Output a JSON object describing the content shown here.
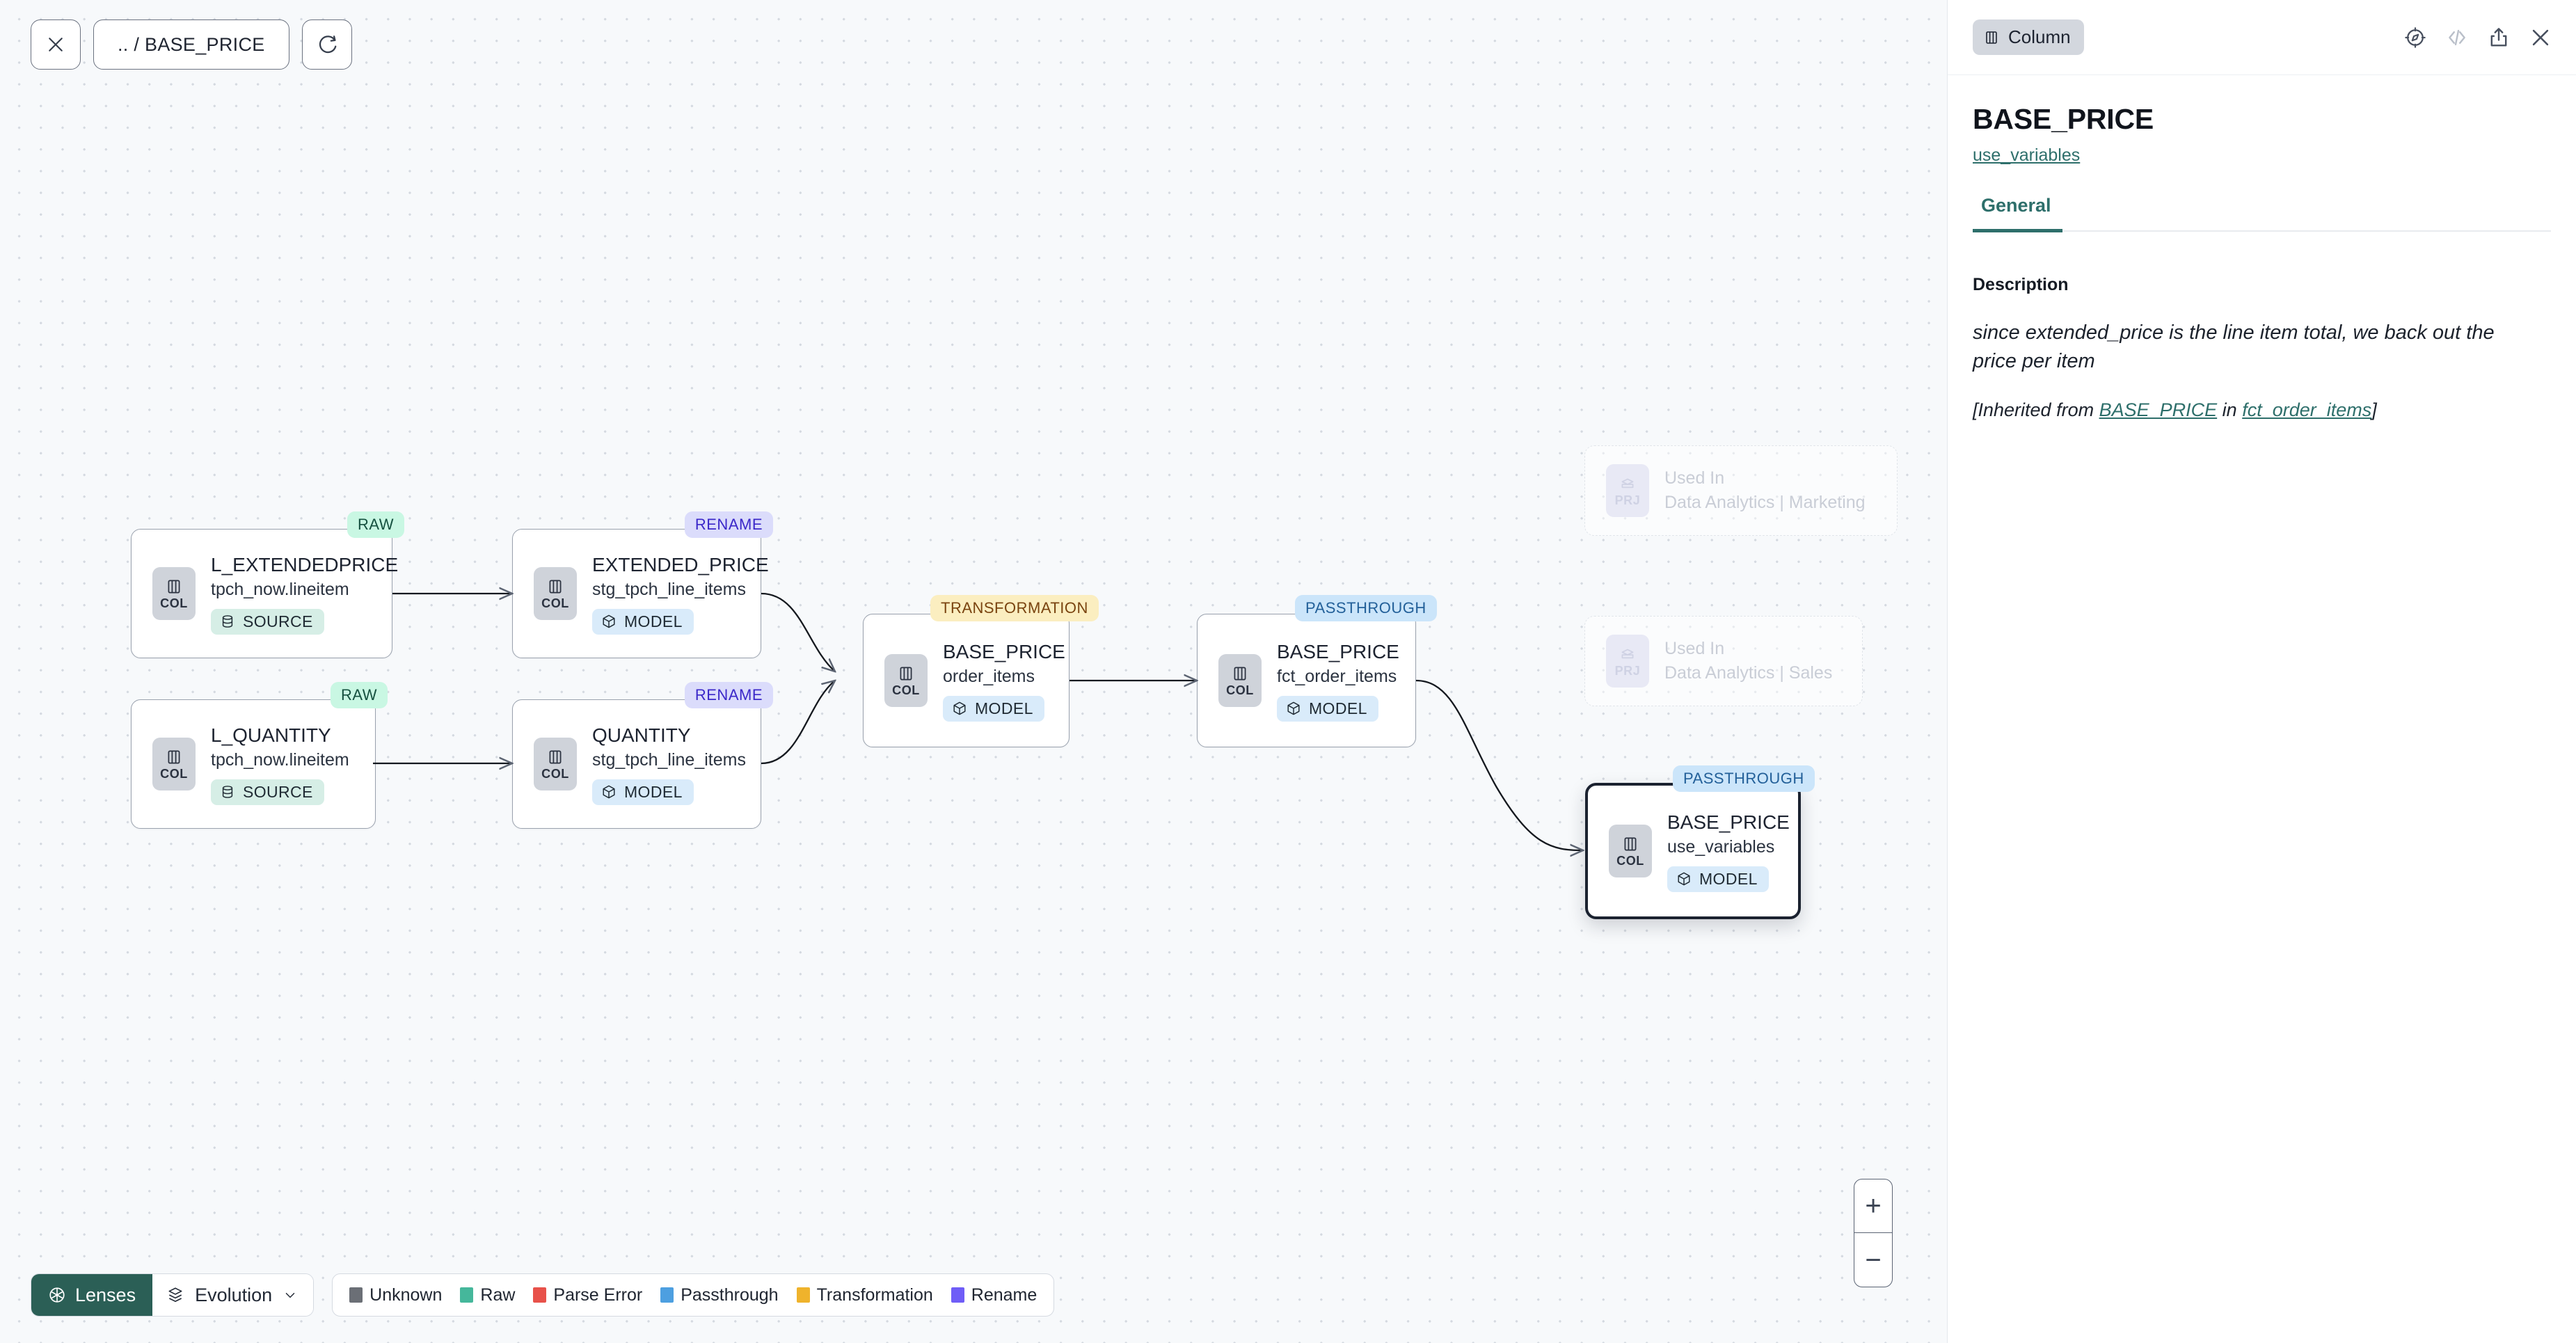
{
  "topbar": {
    "close_label": "close-icon",
    "breadcrumb": ".. / BASE_PRICE",
    "refresh_label": "refresh-icon"
  },
  "graph": {
    "nodes": [
      {
        "id": "l_extendedprice",
        "title": "L_EXTENDEDPRICE",
        "sub": "tpch_now.lineitem",
        "icon_label": "COL",
        "pill": "SOURCE",
        "pill_type": "source",
        "badge": "RAW",
        "badge_type": "raw",
        "state": "normal"
      },
      {
        "id": "l_quantity",
        "title": "L_QUANTITY",
        "sub": "tpch_now.lineitem",
        "icon_label": "COL",
        "pill": "SOURCE",
        "pill_type": "source",
        "badge": "RAW",
        "badge_type": "raw",
        "state": "normal"
      },
      {
        "id": "extended_price",
        "title": "EXTENDED_PRICE",
        "sub": "stg_tpch_line_items",
        "icon_label": "COL",
        "pill": "MODEL",
        "pill_type": "model",
        "badge": "RENAME",
        "badge_type": "ren",
        "state": "normal"
      },
      {
        "id": "quantity",
        "title": "QUANTITY",
        "sub": "stg_tpch_line_items",
        "icon_label": "COL",
        "pill": "MODEL",
        "pill_type": "model",
        "badge": "RENAME",
        "badge_type": "ren",
        "state": "normal"
      },
      {
        "id": "base_price_order_items",
        "title": "BASE_PRICE",
        "sub": "order_items",
        "icon_label": "COL",
        "pill": "MODEL",
        "pill_type": "model",
        "badge": "TRANSFORMATION",
        "badge_type": "trn",
        "state": "normal"
      },
      {
        "id": "base_price_fct_order_items",
        "title": "BASE_PRICE",
        "sub": "fct_order_items",
        "icon_label": "COL",
        "pill": "MODEL",
        "pill_type": "model",
        "badge": "PASSTHROUGH",
        "badge_type": "pas",
        "state": "normal"
      },
      {
        "id": "base_price_use_variables",
        "title": "BASE_PRICE",
        "sub": "use_variables",
        "icon_label": "COL",
        "pill": "MODEL",
        "pill_type": "model",
        "badge": "PASSTHROUGH",
        "badge_type": "pas",
        "state": "selected"
      },
      {
        "id": "used_in_marketing",
        "title": "Used In",
        "sub": "Data Analytics | Marketing",
        "icon_label": "PRJ",
        "state": "ghost"
      },
      {
        "id": "used_in_sales",
        "title": "Used In",
        "sub": "Data Analytics | Sales",
        "icon_label": "PRJ",
        "state": "ghost"
      }
    ]
  },
  "bottombar": {
    "lenses_label": "Lenses",
    "evolution_label": "Evolution",
    "legend": [
      {
        "label": "Unknown",
        "color": "#6b6f76"
      },
      {
        "label": "Raw",
        "color": "#45b79b"
      },
      {
        "label": "Parse Error",
        "color": "#e8514a"
      },
      {
        "label": "Passthrough",
        "color": "#4d9fe0"
      },
      {
        "label": "Transformation",
        "color": "#efb32c"
      },
      {
        "label": "Rename",
        "color": "#6f5df7"
      }
    ],
    "zoom_in": "+",
    "zoom_out": "−"
  },
  "panel": {
    "type_chip": "Column",
    "icons": [
      "explore-compass-icon",
      "code-icon",
      "share-icon",
      "close-icon"
    ],
    "title": "BASE_PRICE",
    "model_link": "use_variables",
    "tabs": [
      {
        "label": "General",
        "active": true
      }
    ],
    "description_label": "Description",
    "description_text": "since extended_price is the line item total, we back out the price per item",
    "inherited_prefix": "[Inherited from ",
    "inherited_link_1": "BASE_PRICE",
    "inherited_middle": " in ",
    "inherited_link_2": "fct_order_items",
    "inherited_suffix": "]"
  },
  "colors": {
    "accent_teal": "#2e6f6b",
    "lenses_bg": "#2b5f56",
    "canvas_bg": "#f7f9fb",
    "selected_border": "#1b2230"
  }
}
